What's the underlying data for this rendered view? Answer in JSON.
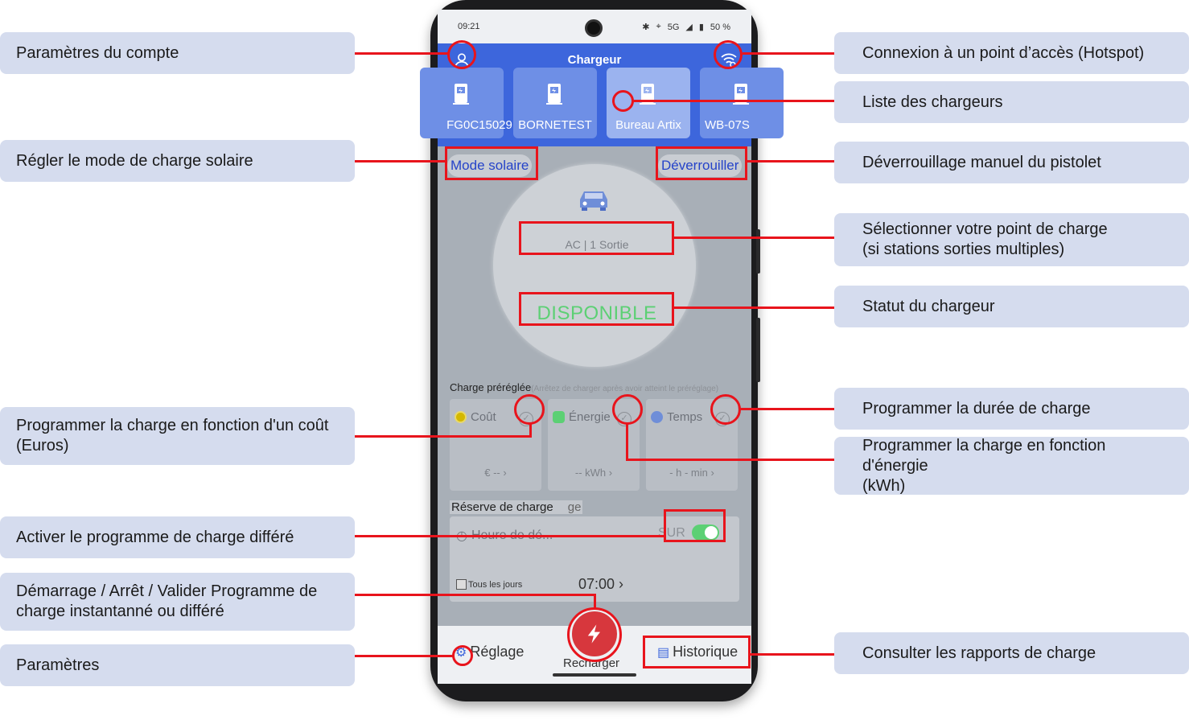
{
  "callouts": {
    "account_settings": "Paramètres du compte",
    "solar_mode": "Régler le mode de charge solaire",
    "cost_program_1": "Programmer la charge en fonction d'un coût",
    "cost_program_2": "(Euros)",
    "deferred_program": "Activer le programme de charge différé",
    "start_stop_1": "Démarrage / Arrêt / Valider Programme de",
    "start_stop_2": "charge instantanné ou différé",
    "settings": "Paramètres",
    "hotspot": "Connexion à un point d’accès (Hotspot)",
    "charger_list": "Liste des chargeurs",
    "unlock": "Déverrouillage manuel du pistolet",
    "select_point_1": "Sélectionner votre point de charge",
    "select_point_2": "(si stations sorties multiples)",
    "charger_status": "Statut du chargeur",
    "duration_program": "Programmer la durée de charge",
    "energy_program_1": "Programmer la charge en fonction d'énergie",
    "energy_program_2": "(kWh)",
    "reports": "Consulter les rapports de charge"
  },
  "statusbar": {
    "time": "09:21",
    "network": "5G",
    "battery": "50 %"
  },
  "header": {
    "title": "Chargeur"
  },
  "chargers": [
    {
      "name": "FG0C15029"
    },
    {
      "name": "BORNETEST"
    },
    {
      "name": "Bureau Artix"
    },
    {
      "name": "WB-07S"
    }
  ],
  "main": {
    "solar_mode_label": "Mode solaire",
    "unlock_label": "Déverrouiller",
    "connector_label": "AC | 1 Sortie",
    "status": "DISPONIBLE",
    "preset_title": "Charge préréglée",
    "preset_hint": "(Arrêtez de charger après avoir atteint le préréglage)",
    "presets": [
      {
        "name": "Coût",
        "value": "€ -- ›",
        "color": "#d4b800"
      },
      {
        "name": "Énergie",
        "value": "-- kWh ›",
        "color": "#5cd074"
      },
      {
        "name": "Temps",
        "value": "- h - min ›",
        "color": "#6f8ed8"
      }
    ],
    "reserve_title": "Réserve de charge",
    "reserve_ghost": "ge",
    "deferred_label": "Heure de dé...",
    "switch_label": "SUR",
    "switch_on": true,
    "everyday_label": "Tous les jours",
    "time_value": "07:00 ›"
  },
  "bottombar": {
    "settings_label": "Réglage",
    "recharge_label": "Recharger",
    "history_label": "Historique"
  },
  "colors": {
    "accent": "#3d66dc",
    "highlight": "#e8141c",
    "available": "#5cd074",
    "callout_bg": "#d5dcee"
  }
}
